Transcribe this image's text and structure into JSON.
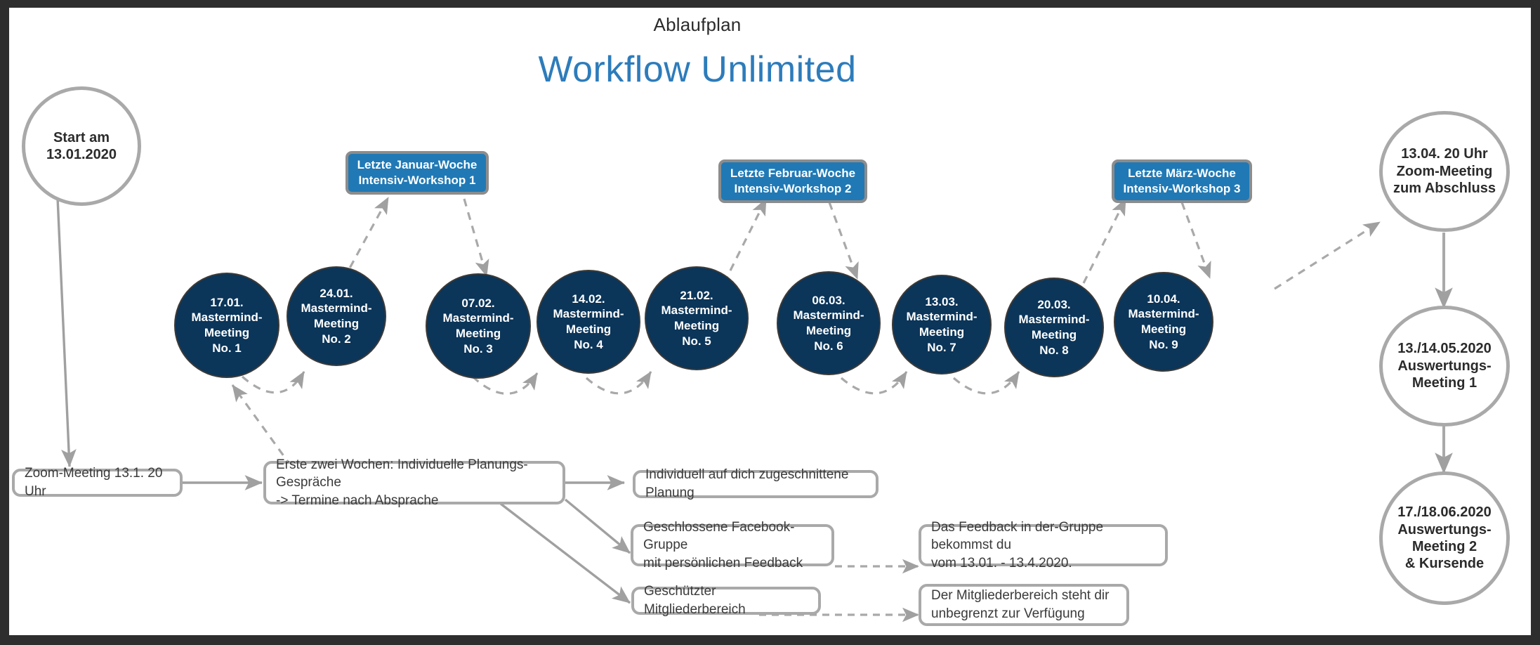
{
  "header": {
    "subtitle": "Ablaufplan",
    "title": "Workflow Unlimited",
    "title_color": "#2d7cbb"
  },
  "colors": {
    "frame": "#2e2e2e",
    "canvas": "#ffffff",
    "navy_circle": "#0b3559",
    "blue_box": "#2079b5",
    "outline_grey": "#a9a9a9",
    "edge_grey": "#a0a0a0",
    "text_dark": "#2b2b2b",
    "text_light": "#ffffff"
  },
  "start_node": {
    "line1": "Start am",
    "line2": "13.01.2020"
  },
  "mastermind_meetings": [
    {
      "date": "17.01.",
      "label": "Mastermind-",
      "label2": "Meeting",
      "number": "No. 1"
    },
    {
      "date": "24.01.",
      "label": "Mastermind-",
      "label2": "Meeting",
      "number": "No. 2"
    },
    {
      "date": "07.02.",
      "label": "Mastermind-",
      "label2": "Meeting",
      "number": "No. 3"
    },
    {
      "date": "14.02.",
      "label": "Mastermind-",
      "label2": "Meeting",
      "number": "No. 4"
    },
    {
      "date": "21.02.",
      "label": "Mastermind-",
      "label2": "Meeting",
      "number": "No. 5"
    },
    {
      "date": "06.03.",
      "label": "Mastermind-",
      "label2": "Meeting",
      "number": "No. 6"
    },
    {
      "date": "13.03.",
      "label": "Mastermind-",
      "label2": "Meeting",
      "number": "No. 7"
    },
    {
      "date": "20.03.",
      "label": "Mastermind-",
      "label2": "Meeting",
      "number": "No. 8"
    },
    {
      "date": "10.04.",
      "label": "Mastermind-",
      "label2": "Meeting",
      "number": "No. 9"
    }
  ],
  "workshops": [
    {
      "line1": "Letzte Januar-Woche",
      "line2": "Intensiv-Workshop 1"
    },
    {
      "line1": "Letzte Februar-Woche",
      "line2": "Intensiv-Workshop 2"
    },
    {
      "line1": "Letzte März-Woche",
      "line2": "Intensiv-Workshop 3"
    }
  ],
  "right_nodes": [
    {
      "line1": "13.04. 20 Uhr",
      "line2": "Zoom-Meeting",
      "line3": "zum Abschluss",
      "line4": ""
    },
    {
      "line1": "13./14.05.2020",
      "line2": "Auswertungs-",
      "line3": "Meeting 1",
      "line4": ""
    },
    {
      "line1": "17./18.06.2020",
      "line2": "Auswertungs-",
      "line3": "Meeting 2",
      "line4": "& Kursende"
    }
  ],
  "info_boxes": {
    "zoom_meeting": "Zoom-Meeting 13.1. 20 Uhr",
    "planning": {
      "line1": "Erste zwei Wochen: Individuelle Planungs-Gespräche",
      "line2": "-> Termine nach Absprache"
    },
    "individual": "Individuell auf dich zugeschnittene Planung",
    "facebook": {
      "line1": "Geschlossene Facebook-Gruppe",
      "line2": "mit persönlichen Feedback"
    },
    "feedback": {
      "line1": "Das Feedback in der-Gruppe bekommst du",
      "line2": "vom 13.01. - 13.4.2020."
    },
    "member_area": "Geschützter Mitgliederbereich",
    "member_area_detail": {
      "line1": "Der Mitgliederbereich steht dir",
      "line2": "unbegrenzt zur Verfügung"
    }
  }
}
